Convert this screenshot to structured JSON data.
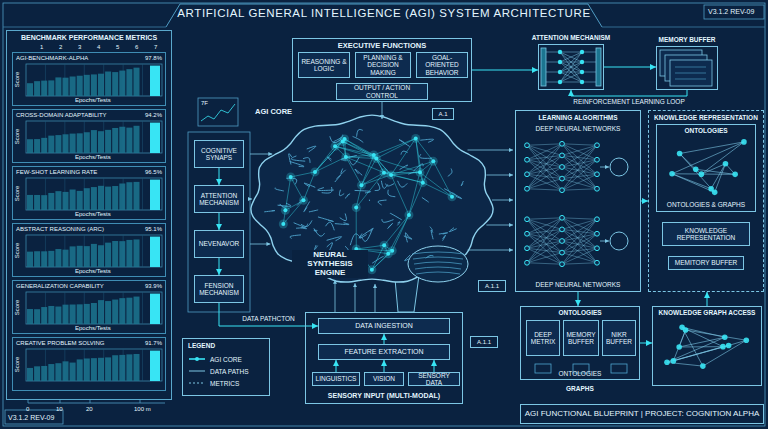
{
  "diagram": {
    "title": "ARTIFICIAL GENERAL INTELLIGENCE (AGI) SYSTEM ARCHITECTURE",
    "nodes": [
      {
        "text": [
          "BENCHMARK PERFORMANCE METRICS"
        ]
      },
      {
        "text": [
          "AGI-BENCHMARK-ALPHA",
          "97.8%",
          "Score",
          "Epochs/Tests"
        ],
        "in": 0
      },
      {
        "text": [
          "CROSS-DOMAIN ADAPTABILITY",
          "94.2%",
          "Score",
          "Epochs/Tests"
        ],
        "in": 0
      },
      {
        "text": [
          "FEW-SHOT LEARNING RATE",
          "96.5%",
          "Score",
          "Epochs/Tests"
        ],
        "in": 0
      },
      {
        "text": [
          "ABSTRACT REASONING (ARC)",
          "95.1%",
          "Score",
          "Epochs/Tests"
        ],
        "in": 0
      },
      {
        "text": [
          "GENERALIZATION CAPABILITY",
          "93.9%",
          "Score",
          "Epochs/Tests"
        ],
        "in": 0
      },
      {
        "text": [
          "CREATIVE PROBLEM SOLVING",
          "91.7%",
          "Score"
        ],
        "in": 0
      },
      {
        "text": [
          "EXECUTIVE FUNCTIONS"
        ]
      },
      {
        "text": [
          "REASONING & LOGIC"
        ],
        "in": 7
      },
      {
        "text": [
          "PLANNING & DECISION MAKING"
        ],
        "in": 7
      },
      {
        "text": [
          "GOAL-ORIENTED BEHAVIOR"
        ],
        "in": 7
      },
      {
        "text": [
          "OUTPUT / ACTION CONTROL"
        ],
        "in": 7
      },
      {
        "text": [
          "ATTENTION MECHANISM"
        ]
      },
      {
        "text": [
          "MEMORY BUFFER"
        ]
      },
      {
        "text": [
          "COGNITIVE SYNAPS"
        ]
      },
      {
        "text": [
          "ATTENTION MECHANISM"
        ]
      },
      {
        "text": [
          "NEVENAVOR"
        ]
      },
      {
        "text": [
          "FENSION MECHANISM"
        ]
      },
      {
        "text": [
          "LEARNING ALGORITHMS",
          "DEEP NEURAL NETWORKS",
          "DEEP NEURAL NETWORKS"
        ]
      },
      {
        "text": [
          "KNOWLEDGE REPRESENTATION"
        ]
      },
      {
        "text": [
          "ONTOLOGIES",
          "ONTOLOGIES & GRAPHS"
        ],
        "in": 19
      },
      {
        "text": [
          "KNOWLEDGE REPRESENTATION"
        ],
        "in": 19
      },
      {
        "text": [
          "MEMITORY BUFFER"
        ],
        "in": 19
      },
      {
        "text": [
          "ONTOLOGIES",
          "ONTOLOGIES"
        ]
      },
      {
        "text": [
          "DEEP METRIX"
        ],
        "in": 23
      },
      {
        "text": [
          "MEMORY BUFFER"
        ],
        "in": 23
      },
      {
        "text": [
          "NIKR BUFFER"
        ],
        "in": 23
      },
      {
        "text": [
          "KNOWLEDGE GRAPH ACCESS"
        ]
      },
      {
        "text": [
          "SENSORY INPUT (MULTI-MODAL)"
        ]
      },
      {
        "text": [
          "DATA INGESTION"
        ],
        "in": 28
      },
      {
        "text": [
          "FEATURE EXTRACTION"
        ],
        "in": 28
      },
      {
        "text": [
          "LINGUISTICS"
        ],
        "in": 28
      },
      {
        "text": [
          "VISION"
        ],
        "in": 28
      },
      {
        "text": [
          "SENSORY DATA"
        ],
        "in": 28
      },
      {
        "text": [
          "AGI FUNCTIONAL BLUEPRINT | PROJECT: COGNITION ALPHA"
        ]
      },
      {
        "text": [
          "A.1"
        ]
      },
      {
        "text": [
          "A.1.1"
        ]
      },
      {
        "text": [
          "A.1.1"
        ]
      }
    ],
    "edges": [
      {
        "from": 7,
        "to": 12,
        "arrow": "to"
      },
      {
        "from": 12,
        "to": 13,
        "arrow": "to"
      },
      {
        "from": 13,
        "to": 12,
        "label": "REINFORCEMENT LEARNING LOOP",
        "arrow": "to"
      },
      {
        "from": 14,
        "to": 15,
        "arrow": "to"
      },
      {
        "from": 15,
        "to": 16,
        "arrow": "to"
      },
      {
        "from": 16,
        "to": 17,
        "arrow": "to"
      },
      {
        "from": 17,
        "to": 29,
        "label": "DATA PATHCTON",
        "arrow": "to"
      },
      {
        "from": 30,
        "to": 29,
        "arrow": "to"
      },
      {
        "from": 31,
        "to": 30,
        "arrow": "to"
      },
      {
        "from": 32,
        "to": 30,
        "arrow": "to"
      },
      {
        "from": 33,
        "to": 30,
        "arrow": "to"
      },
      {
        "from": 18,
        "to": 19,
        "arrow": "to"
      },
      {
        "from": 18,
        "to": 23,
        "arrow": "to"
      },
      {
        "from": 23,
        "to": 27,
        "arrow": "to"
      },
      {
        "from": 27,
        "to": 19,
        "arrow": "to"
      }
    ],
    "labels": [
      "V3.1.2 REV-09",
      "1",
      "2",
      "3",
      "4",
      "5",
      "6",
      "7",
      "7F",
      "AGI CORE",
      "NEURAL SYNTHESIS ENGINE",
      "GRAPHS",
      "LEGEND",
      "0",
      "10",
      "20",
      "100 m",
      "V3.1.2 REV-09"
    ],
    "legend": [
      {
        "text": "AGI CORE"
      },
      {
        "text": "DATA PATHS"
      },
      {
        "text": "METRICS"
      }
    ]
  }
}
